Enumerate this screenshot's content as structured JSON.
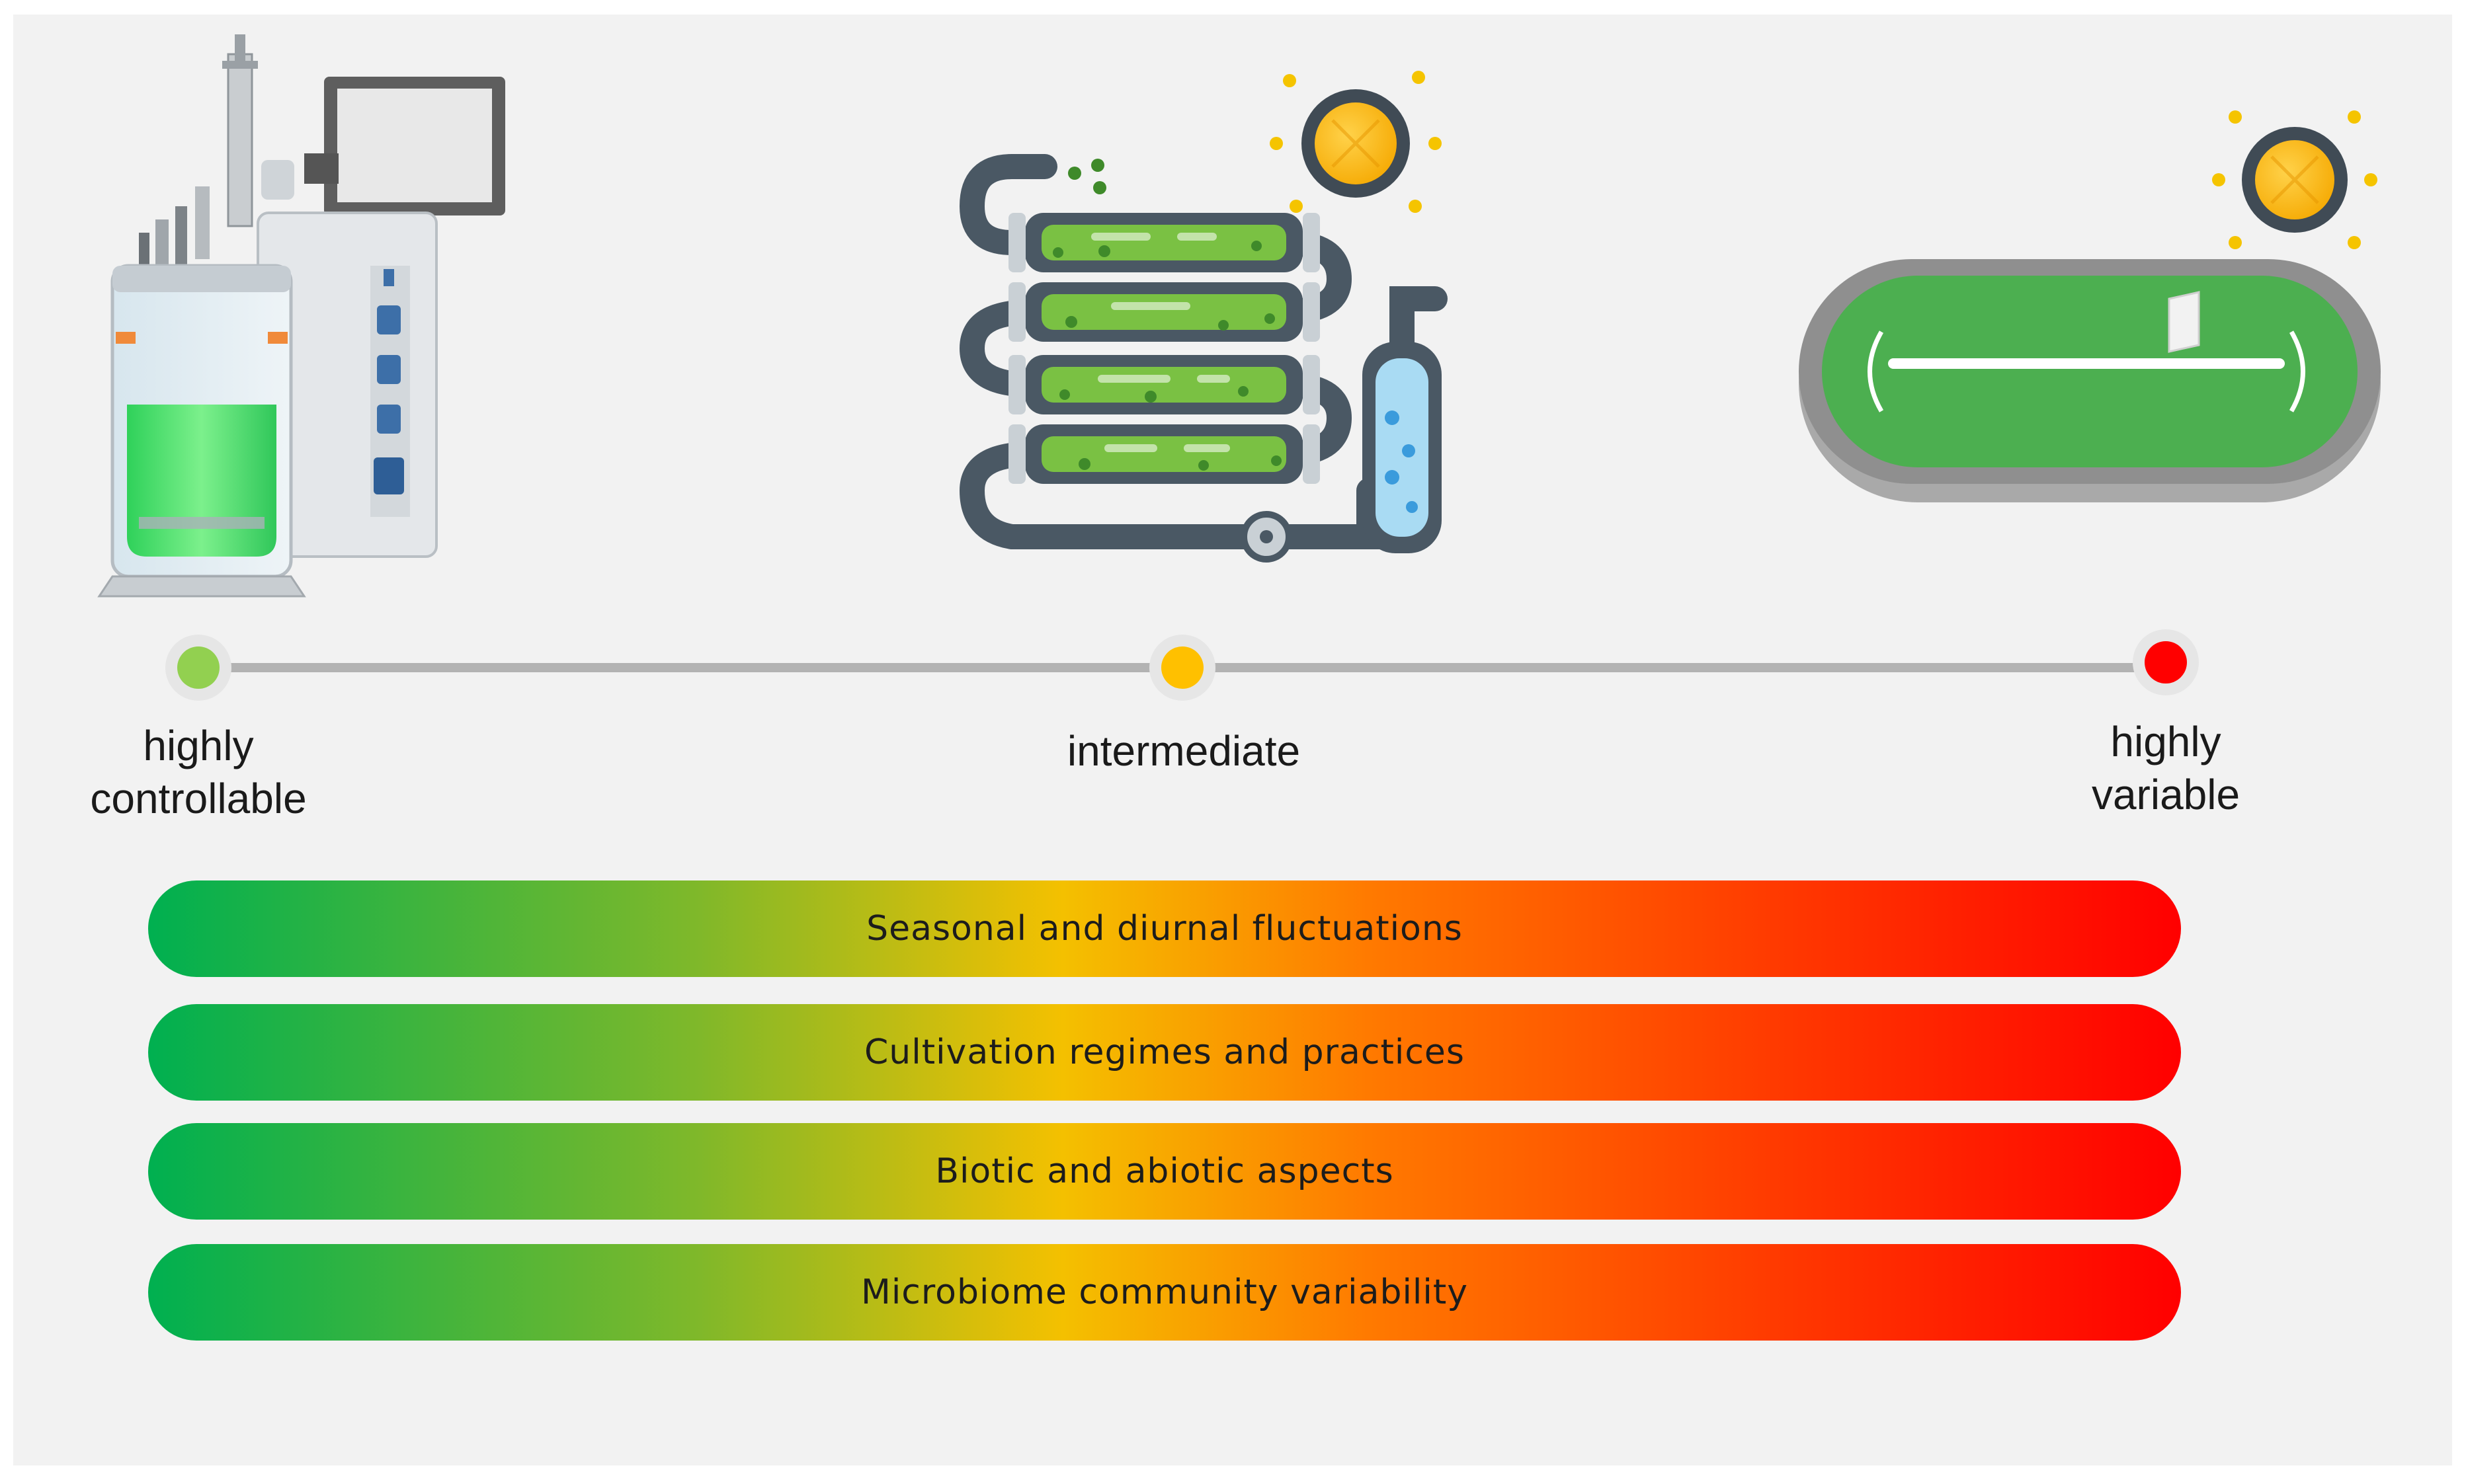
{
  "scale": {
    "left_label": "highly\ncontrollable",
    "middle_label": "intermediate",
    "right_label": "highly\nvariable",
    "colors": {
      "low": "#92d050",
      "mid": "#ffc000",
      "high": "#ff0000"
    }
  },
  "illustrations": [
    {
      "name": "bioreactor-illustration",
      "icon": "laboratory-bioreactor"
    },
    {
      "name": "photobioreactor-illustration",
      "icon": "tubular-photobioreactor-with-sun"
    },
    {
      "name": "raceway-pond-illustration",
      "icon": "open-raceway-pond-with-sun"
    }
  ],
  "factors": [
    "Seasonal and diurnal fluctuations",
    "Cultivation regimes and practices",
    "Biotic and abiotic aspects",
    "Microbiome community variability"
  ],
  "gradient": {
    "start": "#00b050",
    "middle": "#ffc000",
    "end": "#ff0000"
  }
}
